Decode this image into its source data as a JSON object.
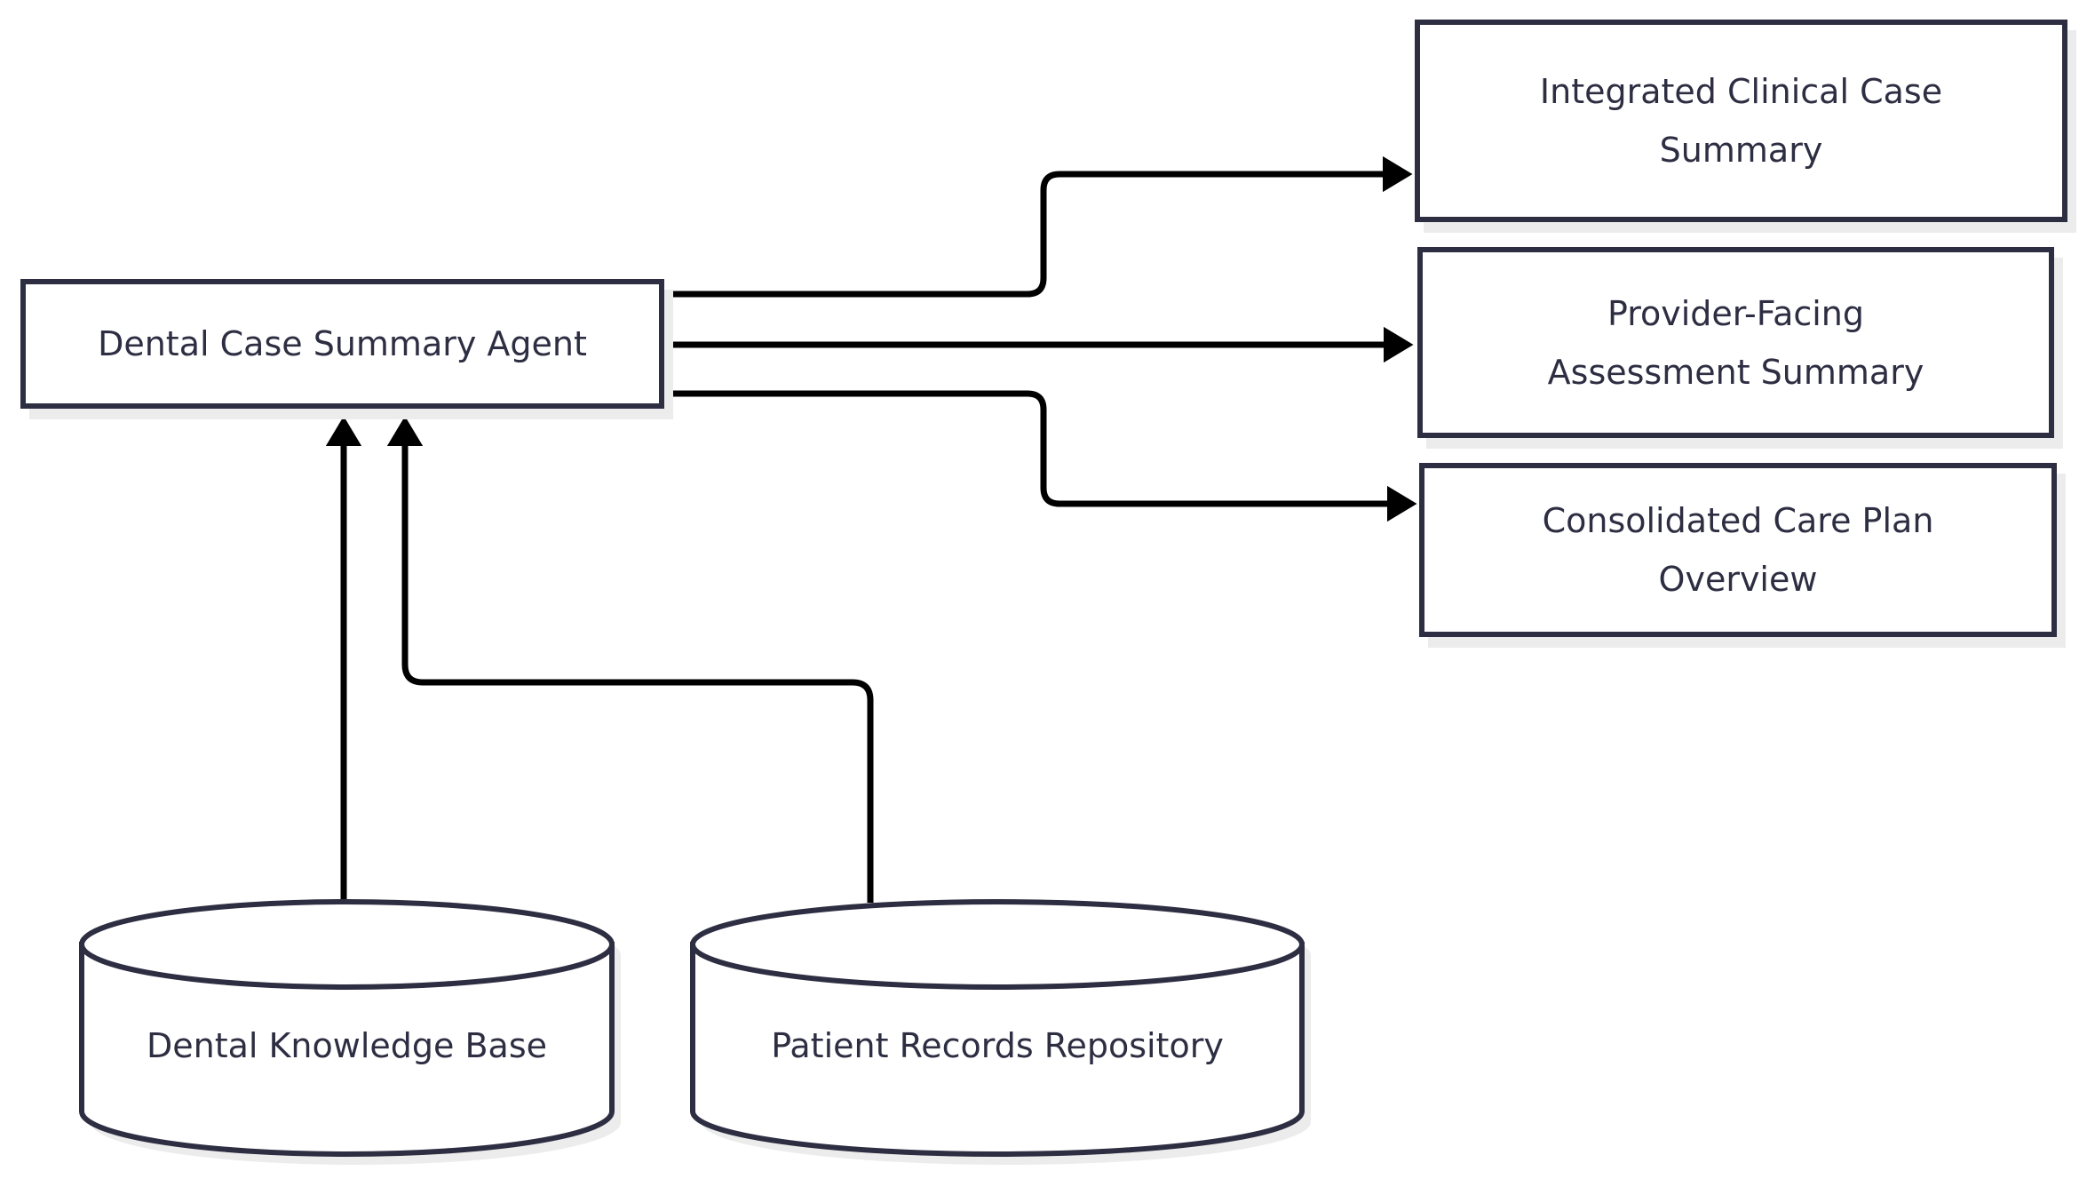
{
  "diagram": {
    "type": "flowchart",
    "colors": {
      "background": "#ffffff",
      "ink": "#2e2e43",
      "arrow": "#000000",
      "shadow": "#ececec",
      "nodefill": "#ffffff"
    },
    "agent": {
      "label": "Dental Case Summary Agent"
    },
    "outputs": [
      {
        "lines": [
          "Integrated Clinical Case",
          "Summary"
        ]
      },
      {
        "lines": [
          "Provider-Facing",
          "Assessment Summary"
        ]
      },
      {
        "lines": [
          "Consolidated Care Plan",
          "Overview"
        ]
      }
    ],
    "datastores": [
      {
        "label": "Dental Knowledge Base"
      },
      {
        "label": "Patient Records Repository"
      }
    ],
    "edges": [
      {
        "from": "Dental Case Summary Agent",
        "to": "Integrated Clinical Case Summary"
      },
      {
        "from": "Dental Case Summary Agent",
        "to": "Provider-Facing Assessment Summary"
      },
      {
        "from": "Dental Case Summary Agent",
        "to": "Consolidated Care Plan Overview"
      },
      {
        "from": "Dental Knowledge Base",
        "to": "Dental Case Summary Agent"
      },
      {
        "from": "Patient Records Repository",
        "to": "Dental Case Summary Agent"
      }
    ]
  }
}
